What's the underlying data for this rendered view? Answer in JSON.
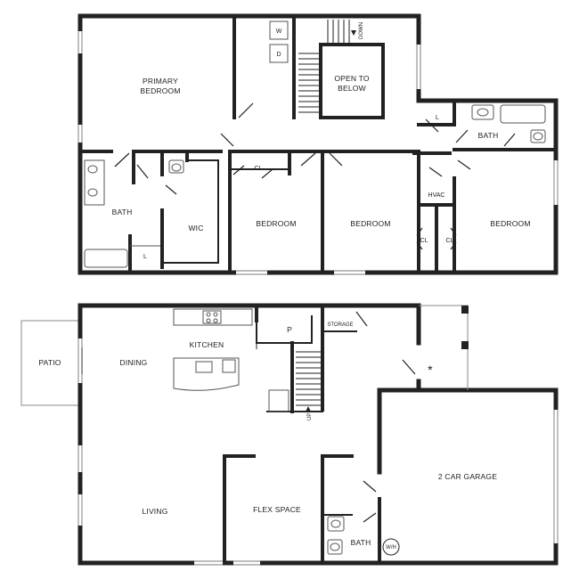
{
  "colors": {
    "wall": "#222222",
    "floor": "#ffffff",
    "fixture": "#555555"
  },
  "upper_floor": {
    "primary_bedroom": [
      "PRIMARY",
      "BEDROOM"
    ],
    "open_to_below": [
      "OPEN TO",
      "BELOW"
    ],
    "down": "DOWN",
    "washer": "W",
    "dryer": "D",
    "bath_left": "BATH",
    "wic": "WIC",
    "cl_hall": "CL",
    "linen_left": "L",
    "bedroom_1": "BEDROOM",
    "bedroom_2": "BEDROOM",
    "bedroom_3": "BEDROOM",
    "hvac": "HVAC",
    "cl_left": "CL",
    "cl_right": "CL",
    "bath_right": "BATH",
    "linen_right": "L"
  },
  "lower_floor": {
    "patio": "PATIO",
    "dining": "DINING",
    "kitchen": "KITCHEN",
    "pantry": "P",
    "storage": "STORAGE",
    "up": "UP",
    "star": "*",
    "garage": "2 CAR GARAGE",
    "living": "LIVING",
    "flex": "FLEX SPACE",
    "bath": "BATH",
    "water_heater": "W/H"
  }
}
